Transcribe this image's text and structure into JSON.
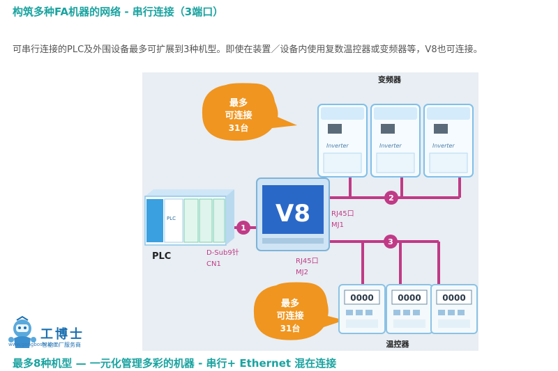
{
  "heading": "构筑多种FA机器的网络 - 串行连接（3端口）",
  "intro": "可串行连接的PLC及外围设备最多可扩展到3种机型。即使在装置／设备内使用复数温控器或变频器等，V8也可连接。",
  "diagram": {
    "inverter_group_label": "变频器",
    "inverter_label": "Inverter",
    "temp_group_label": "温控器",
    "plc_label": "PLC",
    "plc_unit_label": "PLC",
    "hmi_label": "V8",
    "callout_top": [
      "最多",
      "可连接",
      "31台"
    ],
    "callout_bottom": [
      "最多",
      "可连接",
      "31台"
    ],
    "port1_name": "D-Sub9针",
    "port1_id": "CN1",
    "port2_name": "RJ45口",
    "port2_id": "MJ1",
    "port3_name": "RJ45口",
    "port3_id": "MJ2",
    "badges": [
      "1",
      "2",
      "3"
    ],
    "temp_display": "0000"
  },
  "footer_heading": "最多8种机型 — 一元化管理多彩的机器 - 串行+ Ethernet 混在连接",
  "logo": {
    "name": "工博士",
    "subtitle": "智能工厂服务商",
    "url": "www.gongboshi.com"
  },
  "colors": {
    "accent": "#1aa3a0",
    "line": "#c03a86",
    "callout": "#f0951f",
    "figure_bg": "#e8eef3"
  }
}
